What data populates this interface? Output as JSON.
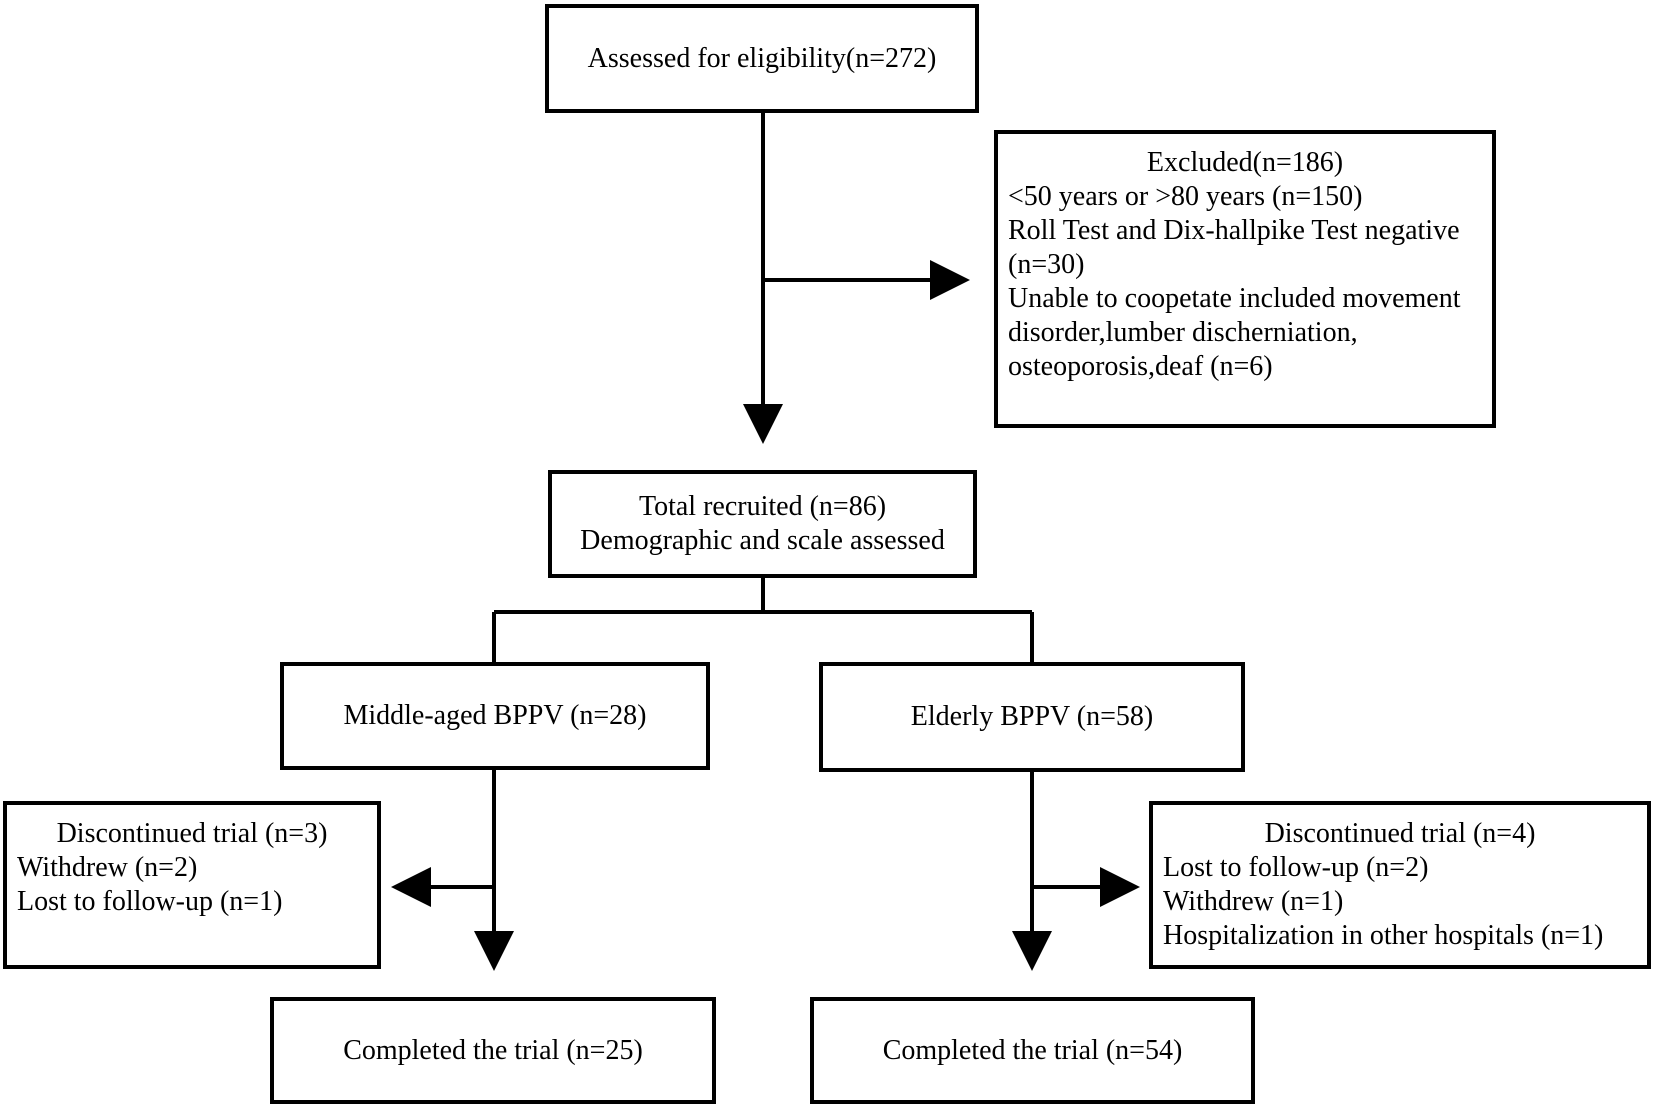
{
  "flowchart": {
    "assessed": {
      "text": "Assessed for eligibility(n=272)"
    },
    "excluded": {
      "title": "Excluded(n=186)",
      "lines": [
        "<50 years or >80 years (n=150)",
        "Roll Test and Dix-hallpike Test negative",
        "(n=30)",
        "Unable to coopetate included movement",
        "disorder,lumber discherniation,",
        "osteoporosis,deaf (n=6)"
      ]
    },
    "recruited": {
      "line1": "Total recruited (n=86)",
      "line2": "Demographic and scale assessed"
    },
    "middle_aged": {
      "text": "Middle-aged BPPV (n=28)"
    },
    "elderly": {
      "text": "Elderly BPPV (n=58)"
    },
    "discontinued_middle": {
      "title": "Discontinued trial (n=3)",
      "lines": [
        "Withdrew (n=2)",
        "Lost to follow-up (n=1)"
      ]
    },
    "discontinued_elderly": {
      "title": "Discontinued trial (n=4)",
      "lines": [
        "Lost to follow-up (n=2)",
        "Withdrew (n=1)",
        "Hospitalization in other hospitals (n=1)"
      ]
    },
    "completed_middle": {
      "text": "Completed the trial (n=25)"
    },
    "completed_elderly": {
      "text": "Completed the trial (n=54)"
    }
  },
  "colors": {
    "stroke": "#000000",
    "background": "#ffffff"
  }
}
